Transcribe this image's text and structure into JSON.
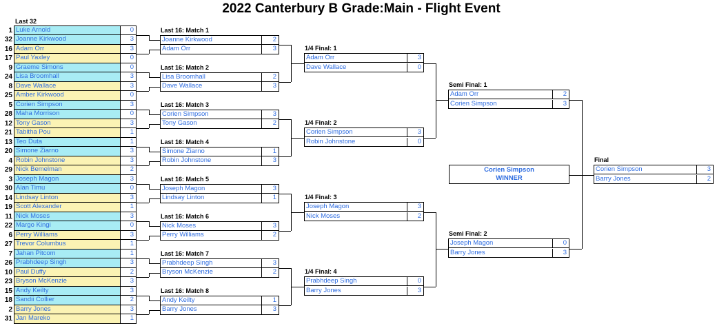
{
  "title": "2022 Canterbury B Grade:Main - Flight Event",
  "last32": {
    "label": "Last 32",
    "entries": [
      {
        "seed": "1",
        "name": "Luke Arnold",
        "score": "0"
      },
      {
        "seed": "32",
        "name": "Joanne Kirkwood",
        "score": "3"
      },
      {
        "seed": "16",
        "name": "Adam Orr",
        "score": "3"
      },
      {
        "seed": "17",
        "name": "Paul Yaxley",
        "score": "0"
      },
      {
        "seed": "9",
        "name": "Graeme Simons",
        "score": "0"
      },
      {
        "seed": "24",
        "name": "Lisa Broomhall",
        "score": "3"
      },
      {
        "seed": "8",
        "name": "Dave Wallace",
        "score": "3"
      },
      {
        "seed": "25",
        "name": "Amber Kirkwood",
        "score": "0"
      },
      {
        "seed": "5",
        "name": "Corien Simpson",
        "score": "3"
      },
      {
        "seed": "28",
        "name": "Maha Morrison",
        "score": "0"
      },
      {
        "seed": "12",
        "name": "Tony Gason",
        "score": "3"
      },
      {
        "seed": "21",
        "name": "Tabitha Pou",
        "score": "1"
      },
      {
        "seed": "13",
        "name": "Teo Duta",
        "score": "1"
      },
      {
        "seed": "20",
        "name": "Simone Ziarno",
        "score": "3"
      },
      {
        "seed": "4",
        "name": "Robin Johnstone",
        "score": "3"
      },
      {
        "seed": "29",
        "name": "Nick Bemelman",
        "score": "2"
      },
      {
        "seed": "3",
        "name": "Joseph Magon",
        "score": "3"
      },
      {
        "seed": "30",
        "name": "Alan Timu",
        "score": "0"
      },
      {
        "seed": "14",
        "name": "Lindsay Linton",
        "score": "3"
      },
      {
        "seed": "19",
        "name": "Scott Alexander",
        "score": "1"
      },
      {
        "seed": "11",
        "name": "Nick Moses",
        "score": "3"
      },
      {
        "seed": "22",
        "name": "Margo Kingi",
        "score": "0"
      },
      {
        "seed": "6",
        "name": "Perry Williams",
        "score": "3"
      },
      {
        "seed": "27",
        "name": "Trevor Columbus",
        "score": "1"
      },
      {
        "seed": "7",
        "name": "Jahan Pitcom",
        "score": "1"
      },
      {
        "seed": "26",
        "name": "Prabhdeep Singh",
        "score": "3"
      },
      {
        "seed": "10",
        "name": "Paul Duffy",
        "score": "2"
      },
      {
        "seed": "23",
        "name": "Bryson McKenzie",
        "score": "3"
      },
      {
        "seed": "15",
        "name": "Andy Keilty",
        "score": "3"
      },
      {
        "seed": "18",
        "name": "Sandii Collier",
        "score": "2"
      },
      {
        "seed": "2",
        "name": "Barry Jones",
        "score": "3"
      },
      {
        "seed": "31",
        "name": "Jan Mareko",
        "score": "1"
      }
    ]
  },
  "last16": [
    {
      "label": "Last 16: Match 1",
      "a": "Joanne Kirkwood",
      "as": "2",
      "b": "Adam Orr",
      "bs": "3"
    },
    {
      "label": "Last 16: Match 2",
      "a": "Lisa Broomhall",
      "as": "2",
      "b": "Dave Wallace",
      "bs": "3"
    },
    {
      "label": "Last 16: Match 3",
      "a": "Corien Simpson",
      "as": "3",
      "b": "Tony Gason",
      "bs": "2"
    },
    {
      "label": "Last 16: Match 4",
      "a": "Simone Ziarno",
      "as": "1",
      "b": "Robin Johnstone",
      "bs": "3"
    },
    {
      "label": "Last 16: Match 5",
      "a": "Joseph Magon",
      "as": "3",
      "b": "Lindsay Linton",
      "bs": "1"
    },
    {
      "label": "Last 16: Match 6",
      "a": "Nick Moses",
      "as": "3",
      "b": "Perry Williams",
      "bs": "2"
    },
    {
      "label": "Last 16: Match 7",
      "a": "Prabhdeep Singh",
      "as": "3",
      "b": "Bryson McKenzie",
      "bs": "2"
    },
    {
      "label": "Last 16: Match 8",
      "a": "Andy Keilty",
      "as": "1",
      "b": "Barry Jones",
      "bs": "3"
    }
  ],
  "quarter": [
    {
      "label": "1/4 Final: 1",
      "a": "Adam Orr",
      "as": "3",
      "b": "Dave Wallace",
      "bs": "0"
    },
    {
      "label": "1/4 Final: 2",
      "a": "Corien Simpson",
      "as": "3",
      "b": "Robin Johnstone",
      "bs": "0"
    },
    {
      "label": "1/4 Final: 3",
      "a": "Joseph Magon",
      "as": "3",
      "b": "Nick Moses",
      "bs": "2"
    },
    {
      "label": "1/4 Final: 4",
      "a": "Prabhdeep Singh",
      "as": "0",
      "b": "Barry Jones",
      "bs": "3"
    }
  ],
  "semi": [
    {
      "label": "Semi Final: 1",
      "a": "Adam Orr",
      "as": "2",
      "b": "Corien Simpson",
      "bs": "3"
    },
    {
      "label": "Semi Final: 2",
      "a": "Joseph Magon",
      "as": "0",
      "b": "Barry Jones",
      "bs": "3"
    }
  ],
  "final": {
    "label": "Final",
    "a": "Corien Simpson",
    "as": "3",
    "b": "Barry Jones",
    "bs": "2"
  },
  "winner": {
    "name": "Corien Simpson",
    "label": "WINNER"
  },
  "colors": {
    "cyan": "#a8ecf4",
    "yellow": "#fbf3b4",
    "text": "#2f6de0",
    "line": "#000000"
  }
}
